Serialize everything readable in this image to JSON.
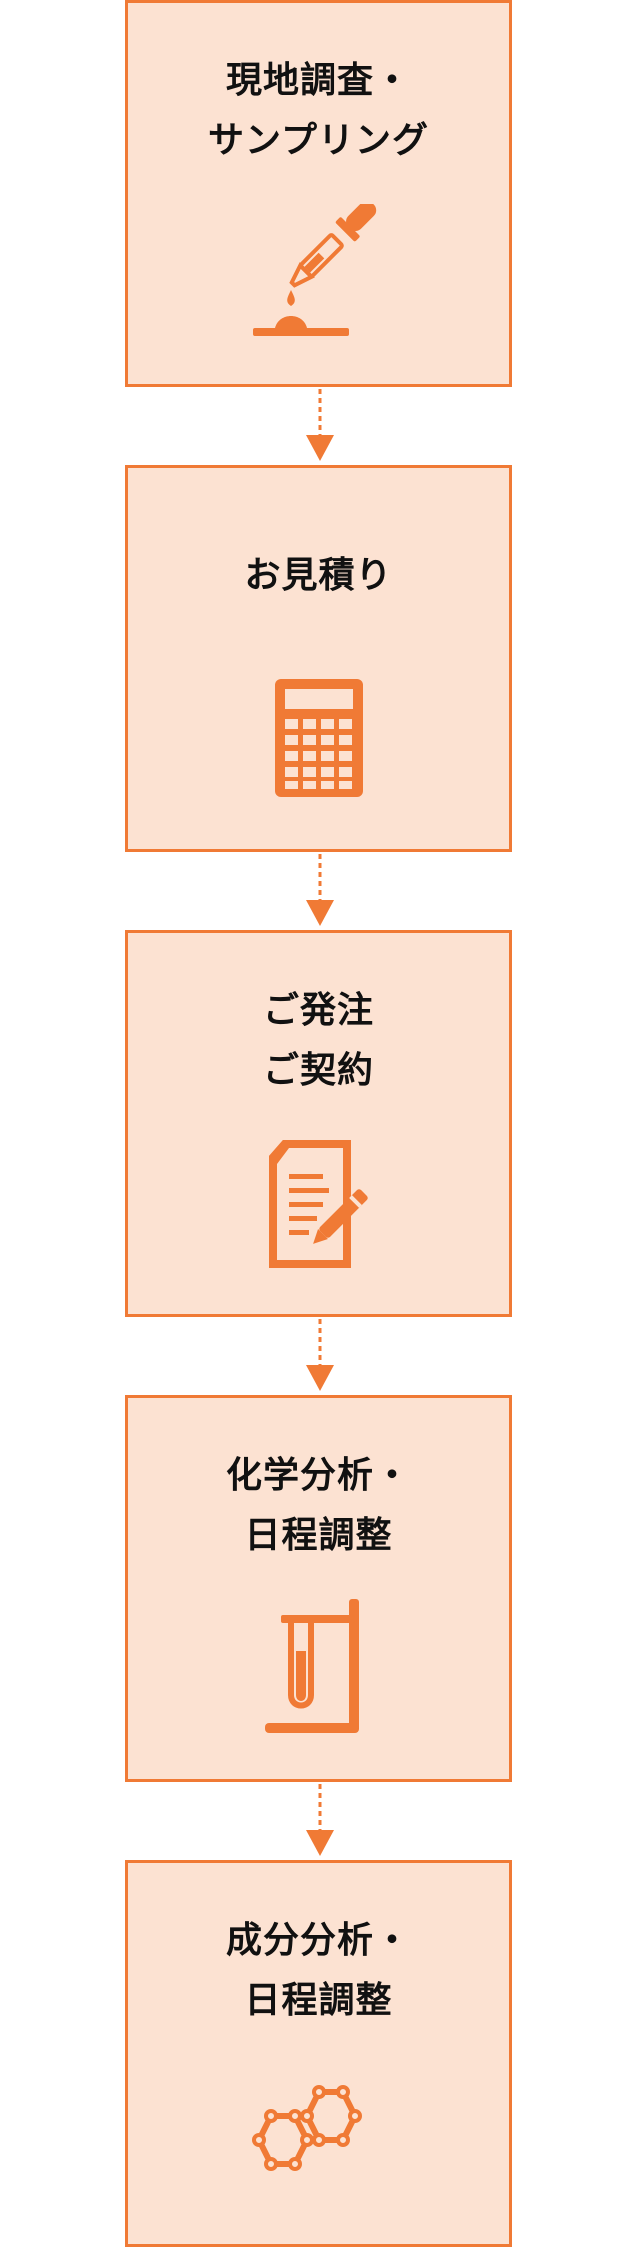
{
  "flow": {
    "accent_color": "#f07a35",
    "box_fill_color": "#fce2d2",
    "steps": [
      {
        "title_lines": [
          "現地調査・",
          "サンプリング"
        ],
        "icon": "dropper-icon"
      },
      {
        "title_lines": [
          "お見積り"
        ],
        "icon": "calculator-icon"
      },
      {
        "title_lines": [
          "ご発注",
          "ご契約"
        ],
        "icon": "contract-document-icon"
      },
      {
        "title_lines": [
          "化学分析・",
          "日程調整"
        ],
        "icon": "test-tube-stand-icon"
      },
      {
        "title_lines": [
          "成分分析・",
          "日程調整"
        ],
        "icon": "molecule-icon"
      }
    ]
  }
}
